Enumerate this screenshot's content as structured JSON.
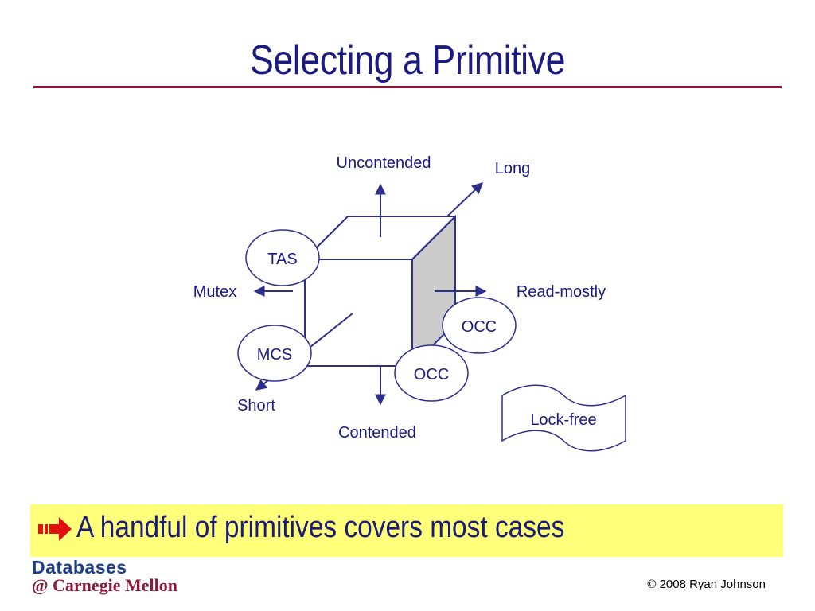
{
  "slide": {
    "title": "Selecting a Primitive",
    "banner_text": "A handful of primitives covers most cases",
    "logo": {
      "line1": "Databases",
      "line2": "@ Carnegie Mellon"
    },
    "copyright": "© 2008 Ryan Johnson"
  },
  "diagram": {
    "axis_labels": {
      "up": "Uncontended",
      "down": "Contended",
      "left": "Mutex",
      "right": "Read-mostly",
      "back": "Long",
      "front": "Short"
    },
    "nodes": {
      "tas": "TAS",
      "mcs": "MCS",
      "occ_side": "OCC",
      "occ_bottom": "OCC"
    },
    "lock_free": "Lock-free"
  },
  "colors": {
    "title": "#1a1a80",
    "rule": "#8b1a3a",
    "banner": "#ffff7a",
    "line": "#2e2e8c",
    "cube_side": "#cccccc",
    "arrow_icon": "#e01010"
  }
}
